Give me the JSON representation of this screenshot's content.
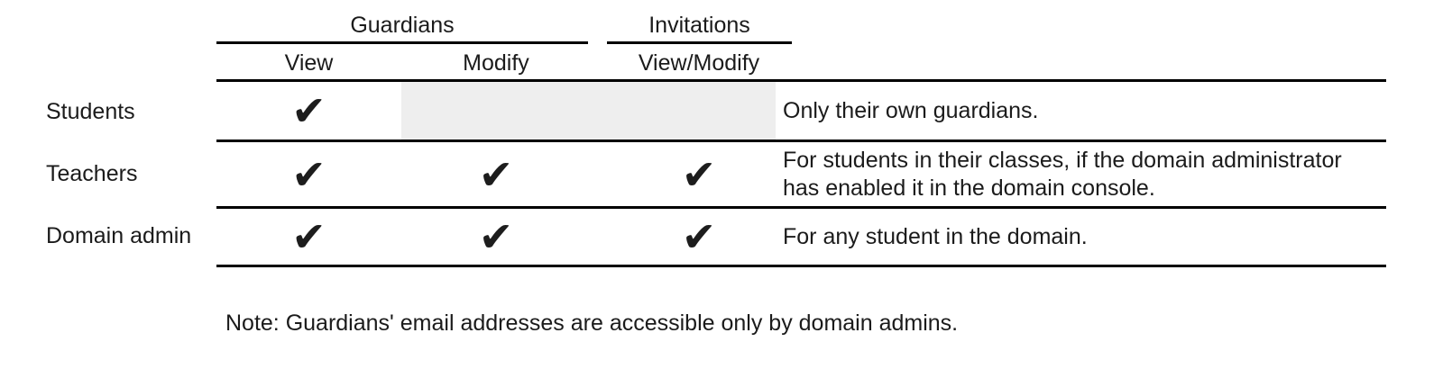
{
  "colors": {
    "background": "#ffffff",
    "text": "#1b1b1b",
    "rule": "#000000",
    "checkmark": "#1d1d1d",
    "disabled_cell_bg": "#eeeeee"
  },
  "table": {
    "headers": {
      "guardians": "Guardians",
      "invitations": "Invitations",
      "view": "View",
      "modify": "Modify",
      "view_modify": "View/Modify"
    },
    "rows": [
      {
        "label": "Students",
        "cells": {
          "guardians_view": "✔",
          "guardians_modify": "",
          "invitations_view_modify": ""
        },
        "remark": "Only their own guardians."
      },
      {
        "label": "Teachers",
        "cells": {
          "guardians_view": "✔",
          "guardians_modify": "✔",
          "invitations_view_modify": "✔"
        },
        "remark": "For students in their classes, if the domain administrator has enabled it in the domain console."
      },
      {
        "label": "Domain admin",
        "cells": {
          "guardians_view": "✔",
          "guardians_modify": "✔",
          "invitations_view_modify": "✔"
        },
        "remark": "For any student in the domain."
      }
    ],
    "note": "Note: Guardians' email addresses are accessible only by domain admins."
  }
}
